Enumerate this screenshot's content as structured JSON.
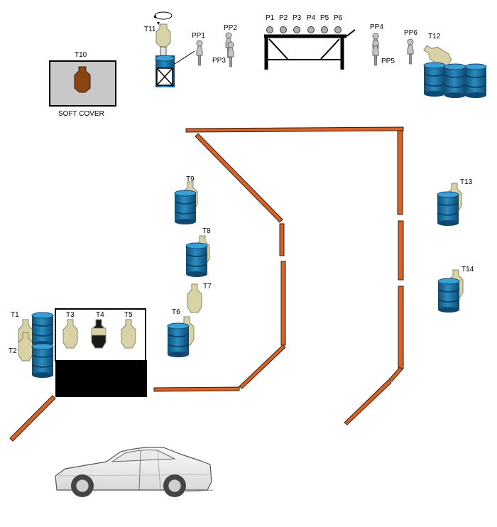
{
  "targets": {
    "t1": "T1",
    "t2": "T2",
    "t3": "T3",
    "t4": "T4",
    "t5": "T5",
    "t6": "T6",
    "t7": "T7",
    "t8": "T8",
    "t9": "T9",
    "t10": "T10",
    "t11": "T11",
    "t12": "T12",
    "t13": "T13",
    "t14": "T14"
  },
  "plates": [
    "P1",
    "P2",
    "P3",
    "P4",
    "P5",
    "P6"
  ],
  "poppers": {
    "pp1": "PP1",
    "pp2": "PP2",
    "pp3": "PP3",
    "pp4": "PP4",
    "pp5": "PP5",
    "pp6": "PP6"
  },
  "soft_cover_label": "SOFT COVER",
  "colors": {
    "wall": "#d4642a",
    "barrel": "#1d6e9c",
    "target_cardboard": "#d8d2a6",
    "target_hostage": "#1a1a1a",
    "target_t10": "#8b4513",
    "soft_cover": "#c8c8c8",
    "hard_cover": "#000000"
  }
}
